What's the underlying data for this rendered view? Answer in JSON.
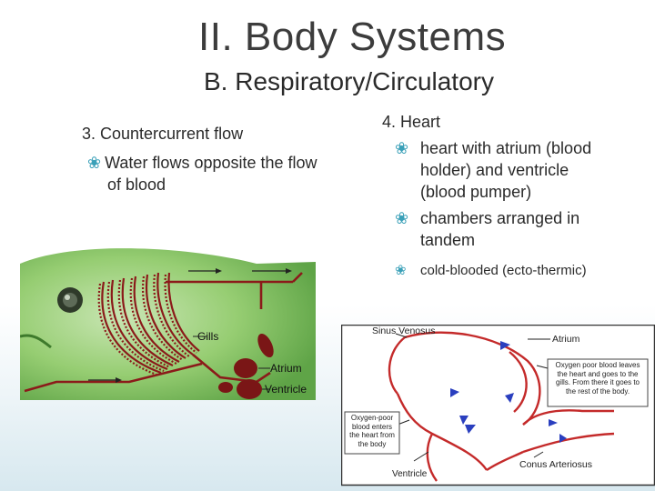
{
  "slide": {
    "title": "II. Body Systems",
    "subtitle": "B. Respiratory/Circulatory"
  },
  "left": {
    "heading": "3. Countercurrent flow",
    "bullet": "Water flows opposite the flow of blood"
  },
  "right": {
    "heading": "4. Heart",
    "bullets": [
      "heart with atrium (blood holder) and ventricle (blood pumper)",
      "chambers arranged in tandem",
      "cold-blooded (ecto-thermic)"
    ]
  },
  "fish_diagram": {
    "labels": {
      "gills": "Gills",
      "atrium": "Atrium",
      "ventricle": "Ventricle"
    }
  },
  "heart_diagram": {
    "labels": {
      "sinus_venosus": "Sinus Venosus",
      "atrium": "Atrium",
      "oxygen_poor_top": "Oxygen poor blood leaves the heart and goes to the gills. From there it goes to the rest of the body.",
      "oxygen_poor_left": "Oxygen-poor blood enters the heart from the body",
      "ventricle": "Ventricle",
      "conus_arteriosus": "Conus Arteriosus"
    }
  },
  "colors": {
    "accent": "#3aa0b8",
    "blood": "#8b1a1a",
    "fish_green": "#8cc76a",
    "arrow_blue": "#2a3fbf"
  }
}
